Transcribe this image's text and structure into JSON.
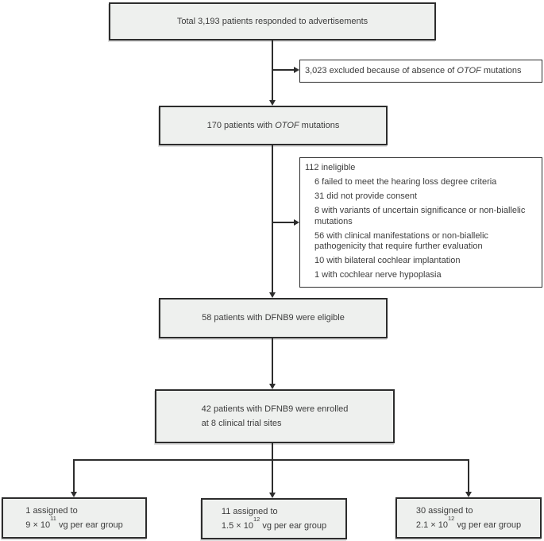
{
  "figure": {
    "responded_box": {
      "text": "Total 3,193 patients responded to advertisements"
    },
    "excluded_box": {
      "prefix": "3,023 excluded because of absence of ",
      "gene": "OTOF",
      "suffix": " mutations"
    },
    "otof_box": {
      "prefix": "170 patients with ",
      "gene": "OTOF",
      "suffix": " mutations"
    },
    "ineligible_box": {
      "title": "112 ineligible",
      "items": [
        "6 failed to meet the hearing loss degree criteria",
        "31 did not provide consent",
        "8 with variants of uncertain significance or non-biallelic mutations",
        "56 with clinical manifestations or non-biallelic pathogenicity that require further evaluation",
        "10 with bilateral cochlear implantation",
        "1 with cochlear nerve hypoplasia"
      ]
    },
    "eligible_box": {
      "text": "58 patients with DFNB9 were eligible"
    },
    "enrolled_box": {
      "line1": "42 patients with DFNB9 were enrolled",
      "line2": "at 8 clinical trial sites"
    },
    "group_boxes": [
      {
        "count_line": "1 assigned to",
        "dose_base": "9 × 10",
        "dose_exponent": "11",
        "dose_suffix": " vg per ear group"
      },
      {
        "count_line": "11 assigned to",
        "dose_base": "1.5 × 10",
        "dose_exponent": "12",
        "dose_suffix": " vg per ear group"
      },
      {
        "count_line": "30 assigned to",
        "dose_base": "2.1 × 10",
        "dose_exponent": "12",
        "dose_suffix": " vg per ear group"
      }
    ],
    "colors": {
      "box_fill": "#eef0ee",
      "side_box_fill": "#ffffff",
      "border_and_lines": "#2d2d2d",
      "text": "#3c3c3c"
    }
  }
}
